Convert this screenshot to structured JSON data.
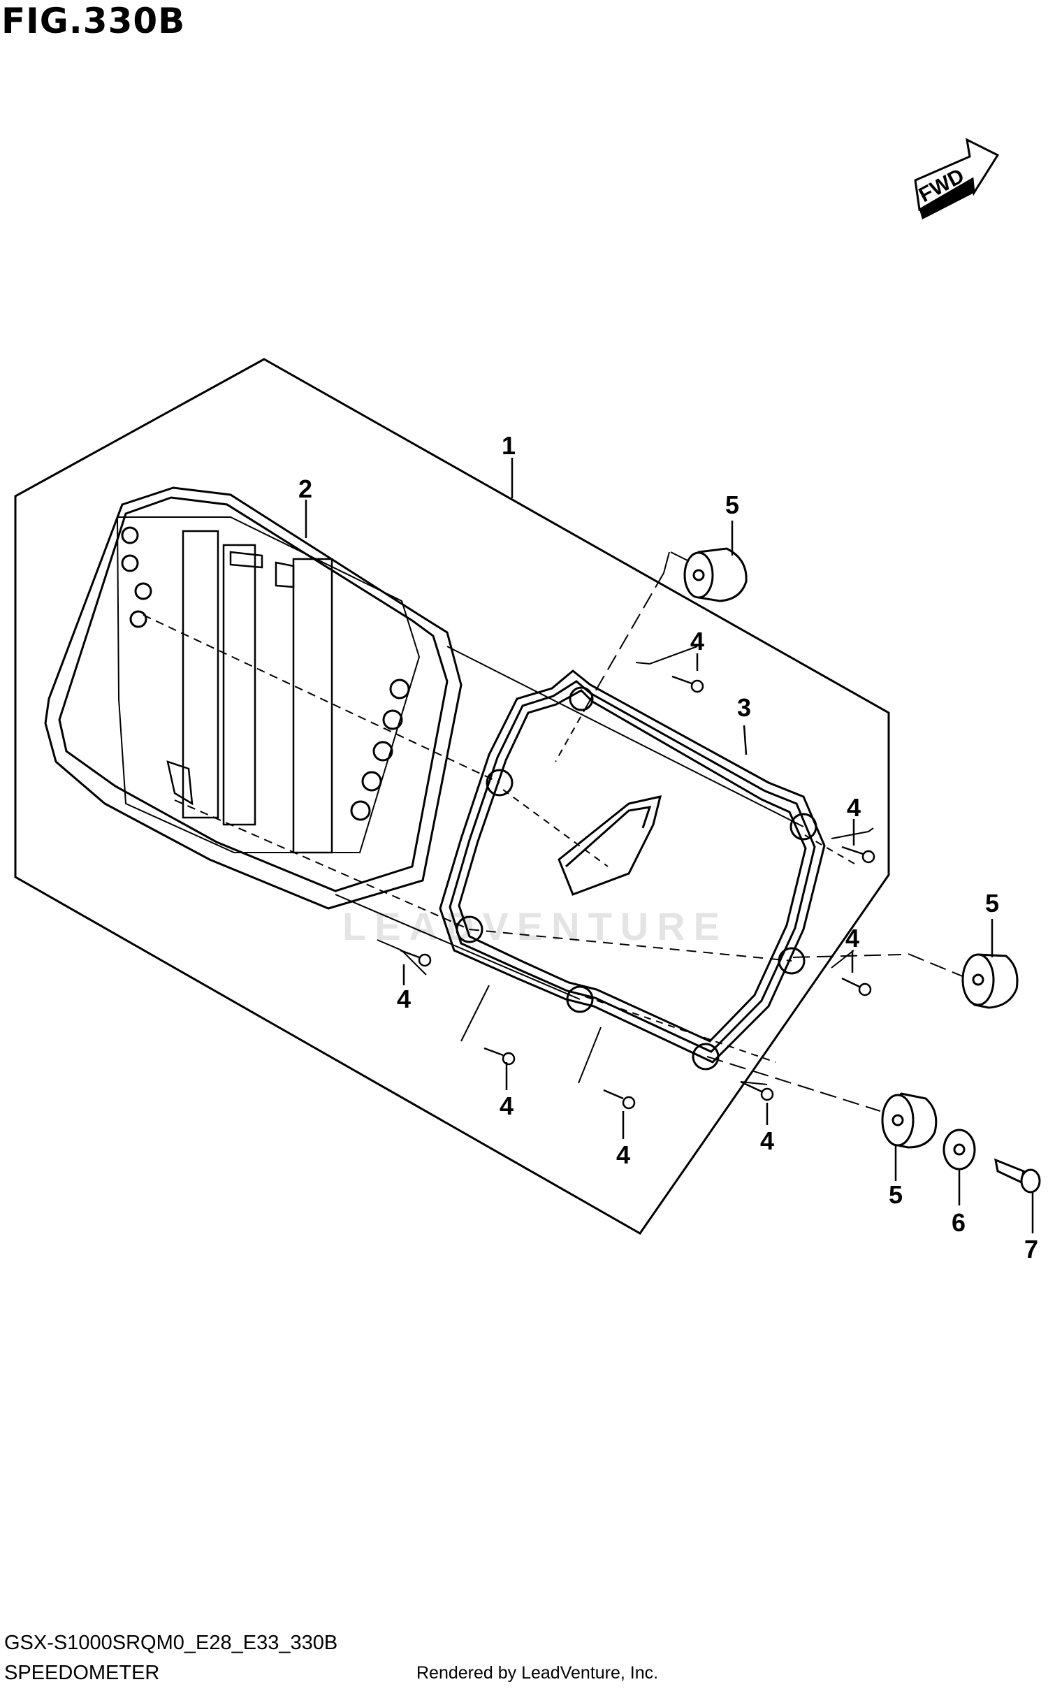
{
  "figure": {
    "title": "FIG.330B"
  },
  "fwd_label": "FWD",
  "watermark": "LEADVENTURE",
  "callouts": [
    {
      "id": "c1",
      "text": "1"
    },
    {
      "id": "c2",
      "text": "2"
    },
    {
      "id": "c3",
      "text": "3"
    },
    {
      "id": "c4a",
      "text": "4"
    },
    {
      "id": "c4b",
      "text": "4"
    },
    {
      "id": "c4c",
      "text": "4"
    },
    {
      "id": "c4d",
      "text": "4"
    },
    {
      "id": "c4e",
      "text": "4"
    },
    {
      "id": "c4f",
      "text": "4"
    },
    {
      "id": "c4g",
      "text": "4"
    },
    {
      "id": "c5a",
      "text": "5"
    },
    {
      "id": "c5b",
      "text": "5"
    },
    {
      "id": "c5c",
      "text": "5"
    },
    {
      "id": "c6",
      "text": "6"
    },
    {
      "id": "c7",
      "text": "7"
    }
  ],
  "footer": {
    "model_code": "GSX-S1000SRQM0_E28_E33_330B",
    "assembly_name": "SPEEDOMETER",
    "rendered_by": "Rendered by LeadVenture, Inc."
  }
}
